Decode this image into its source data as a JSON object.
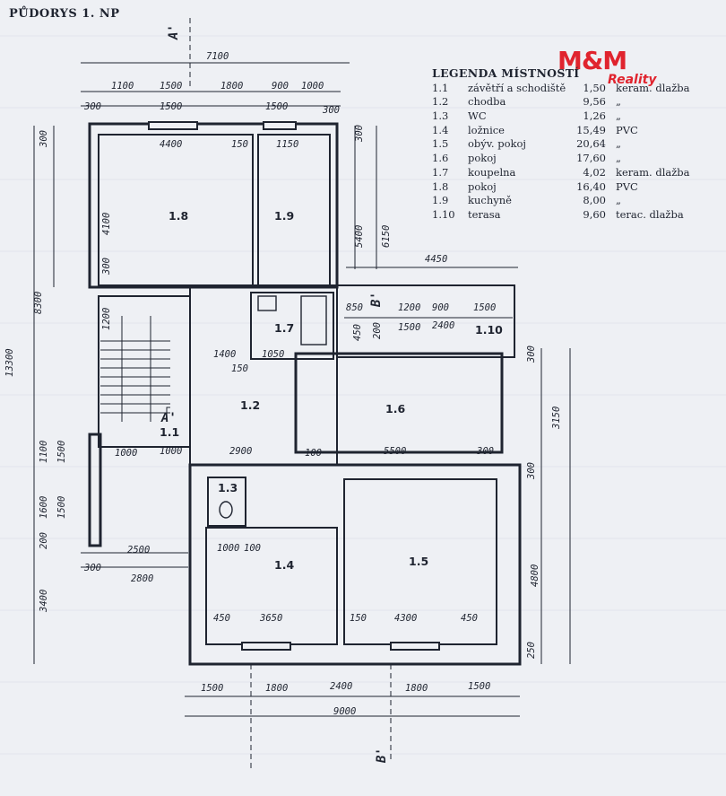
{
  "title": "PŮDORYS 1. NP",
  "logo": {
    "main": "M&M",
    "sub": "Reality"
  },
  "legend": {
    "title": "LEGENDA MÍSTNOSTÍ",
    "rows": [
      {
        "num": "1.1",
        "name": "závětří a schodiště",
        "area": "1,50",
        "floor": "keram. dlažba"
      },
      {
        "num": "1.2",
        "name": "chodba",
        "area": "9,56",
        "floor": "„"
      },
      {
        "num": "1.3",
        "name": "WC",
        "area": "1,26",
        "floor": "„"
      },
      {
        "num": "1.4",
        "name": "ložnice",
        "area": "15,49",
        "floor": "PVC"
      },
      {
        "num": "1.5",
        "name": "obýv. pokoj",
        "area": "20,64",
        "floor": "„"
      },
      {
        "num": "1.6",
        "name": "pokoj",
        "area": "17,60",
        "floor": "„"
      },
      {
        "num": "1.7",
        "name": "koupelna",
        "area": "4,02",
        "floor": "keram. dlažba"
      },
      {
        "num": "1.8",
        "name": "pokoj",
        "area": "16,40",
        "floor": "PVC"
      },
      {
        "num": "1.9",
        "name": "kuchyně",
        "area": "8,00",
        "floor": "„"
      },
      {
        "num": "1.10",
        "name": "terasa",
        "area": "9,60",
        "floor": "terac. dlažba"
      }
    ]
  },
  "rooms": {
    "r1_1": "1.1",
    "r1_2": "1.2",
    "r1_3": "1.3",
    "r1_4": "1.4",
    "r1_5": "1.5",
    "r1_6": "1.6",
    "r1_7": "1.7",
    "r1_8": "1.8",
    "r1_9": "1.9",
    "r1_10": "1.10"
  },
  "section_marks": {
    "a_top": "A'",
    "a_bottom": "A'",
    "b_bottom": "B'",
    "b_mid": "B'"
  },
  "dims": {
    "top_total": "7100",
    "top_1": "1100",
    "top_2": "1500",
    "top_3": "1800",
    "top_4": "900",
    "top_5": "1000",
    "top_6": "300",
    "top_7": "1500",
    "top_8": "1500",
    "top_9": "300",
    "in_1": "4400",
    "in_2": "150",
    "in_3": "1150",
    "left_total": "13300",
    "left_1": "8300",
    "left_2": "300",
    "left_3": "4100",
    "left_4": "300",
    "left_5": "1200",
    "left_6": "1100",
    "left_7": "1500",
    "left_8": "1600",
    "left_9": "1500",
    "left_10": "200",
    "left_11": "3400",
    "right_1": "300",
    "right_2": "5400",
    "right_3": "6150",
    "mid_1": "4450",
    "mid_2": "850",
    "mid_3": "1200",
    "mid_4": "900",
    "mid_5": "1500",
    "mid_6": "450",
    "mid_7": "200",
    "mid_8": "1500",
    "mid_9": "2400",
    "r12_1": "1400",
    "r12_2": "1050",
    "r12_3": "150",
    "r11_1": "1000",
    "r11_2": "1000",
    "r11_3": "2900",
    "r11_4": "100",
    "r16_1": "5500",
    "r16_2": "300",
    "east_1": "300",
    "east_2": "3150",
    "east_3": "300",
    "east_4": "4800",
    "east_5": "250",
    "lo_1": "2500",
    "lo_2": "300",
    "lo_3": "2800",
    "lo_4": "1000",
    "lo_5": "100",
    "r14_1": "450",
    "r14_2": "3650",
    "r15_1": "150",
    "r15_2": "4300",
    "r15_3": "450",
    "bot_1": "1500",
    "bot_2": "1800",
    "bot_3": "2400",
    "bot_4": "1800",
    "bot_5": "1500",
    "bot_total": "9000"
  },
  "colors": {
    "ink": "#1f2430",
    "paper": "#eef0f4",
    "logo": "#e0242e"
  }
}
